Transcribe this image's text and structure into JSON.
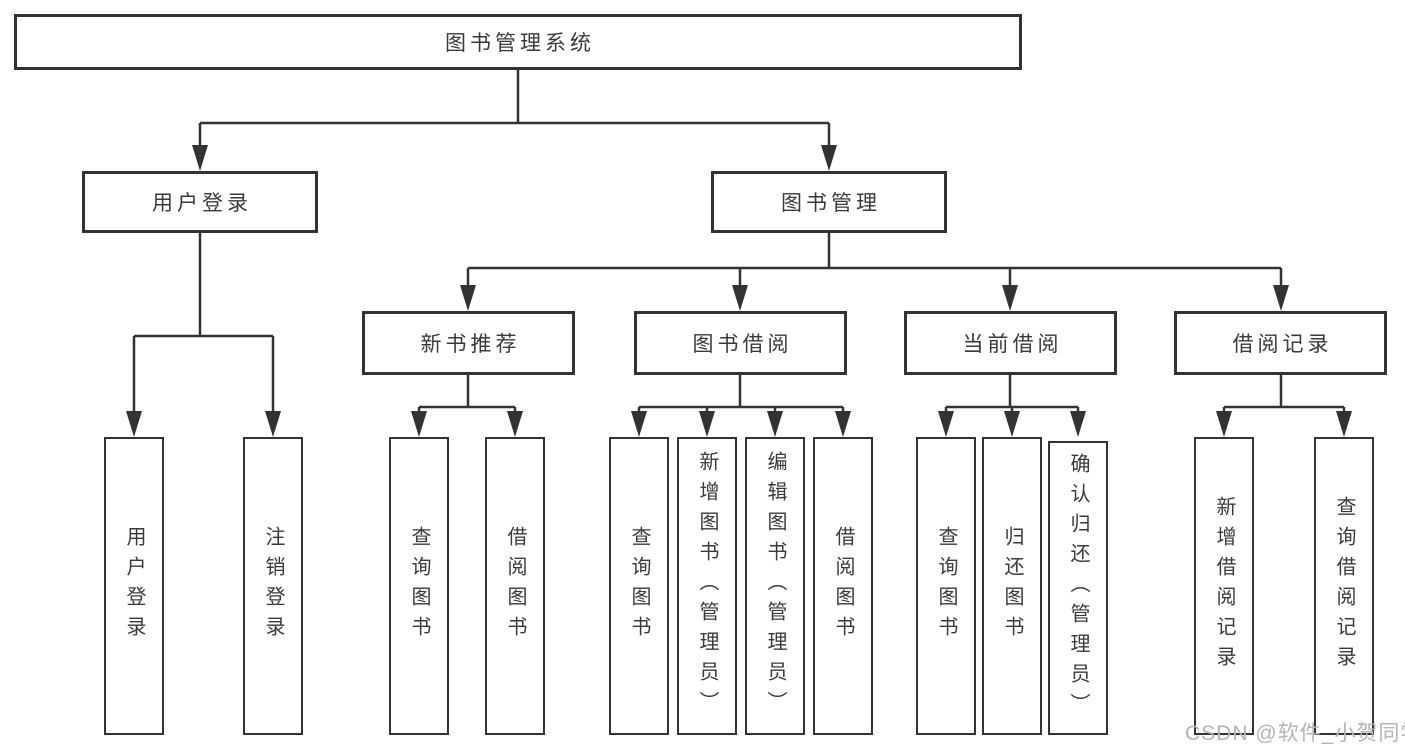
{
  "diagram": {
    "root": {
      "label": "图书管理系统"
    },
    "branches": [
      {
        "label": "用户登录",
        "leaves": [
          "用户登录",
          "注销登录"
        ]
      },
      {
        "label": "图书管理",
        "groups": [
          {
            "label": "新书推荐",
            "leaves": [
              "查询图书",
              "借阅图书"
            ]
          },
          {
            "label": "图书借阅",
            "leaves": [
              "查询图书",
              "新增图书（管理员）",
              "编辑图书（管理员）",
              "借阅图书"
            ]
          },
          {
            "label": "当前借阅",
            "leaves": [
              "查询图书",
              "归还图书",
              "确认归还（管理员）"
            ]
          },
          {
            "label": "借阅记录",
            "leaves": [
              "新增借阅记录",
              "查询借阅记录"
            ]
          }
        ]
      }
    ]
  },
  "watermark": {
    "text": "CSDN @软件_小贺同学"
  },
  "colors": {
    "background": "#ffffff",
    "box_border": "#333333",
    "connector_line": "#333333",
    "text": "#3a3a3a",
    "watermark": "#b5b5b5"
  }
}
